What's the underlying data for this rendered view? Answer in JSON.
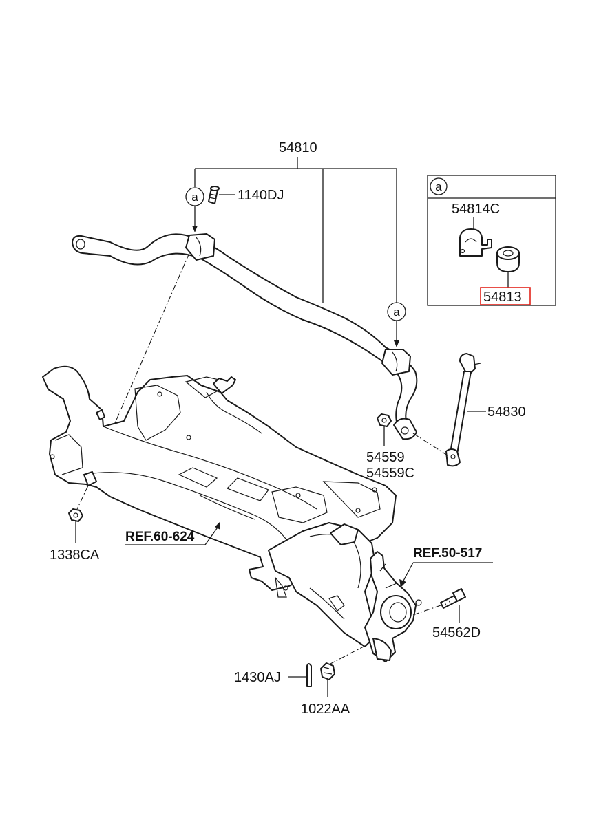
{
  "labels": {
    "p54810": "54810",
    "p1140DJ": "1140DJ",
    "p54814C": "54814C",
    "p54813": "54813",
    "p54830": "54830",
    "p54559": "54559",
    "p54559C": "54559C",
    "p1338CA": "1338CA",
    "ref60": "REF.60-624",
    "ref50": "REF.50-517",
    "p54562D": "54562D",
    "p1430AJ": "1430AJ",
    "p1022AA": "1022AA"
  },
  "callouts": {
    "a_left": "a",
    "a_right": "a",
    "a_inset": "a"
  },
  "highlight": {
    "part": "54813",
    "color": "#e2231a"
  }
}
